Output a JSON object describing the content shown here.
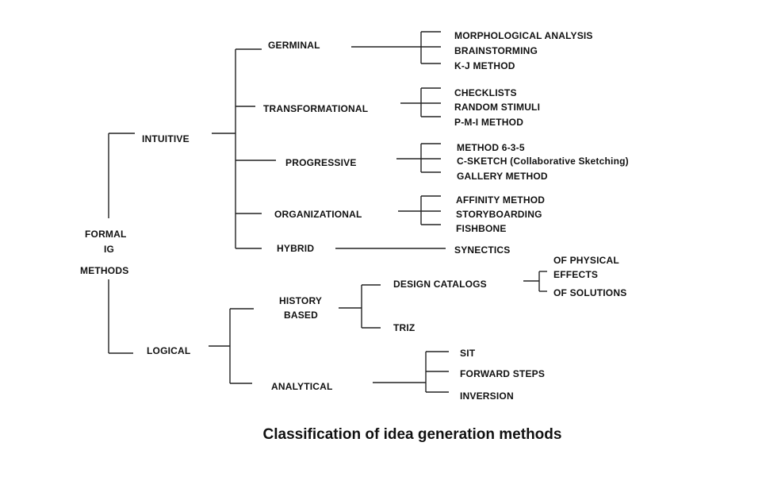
{
  "root": {
    "line1": "FORMAL",
    "line2": "IG",
    "line3": "METHODS"
  },
  "intuitive": {
    "label": "INTUITIVE",
    "germinal": {
      "label": "GERMINAL",
      "items": [
        "MORPHOLOGICAL ANALYSIS",
        "BRAINSTORMING",
        "K-J METHOD"
      ]
    },
    "transformational": {
      "label": "TRANSFORMATIONAL",
      "items": [
        "CHECKLISTS",
        "RANDOM STIMULI",
        "P-M-I METHOD"
      ]
    },
    "progressive": {
      "label": "PROGRESSIVE",
      "items": [
        "METHOD 6-3-5",
        "C-SKETCH (Collaborative Sketching)",
        "GALLERY METHOD"
      ]
    },
    "organizational": {
      "label": "ORGANIZATIONAL",
      "items": [
        "AFFINITY METHOD",
        "STORYBOARDING",
        "FISHBONE"
      ]
    },
    "hybrid": {
      "label": "HYBRID",
      "items": [
        "SYNECTICS"
      ]
    }
  },
  "logical": {
    "label": "LOGICAL",
    "history_based": {
      "line1": "HISTORY",
      "line2": "BASED",
      "design_catalogs": {
        "label": "DESIGN CATALOGS",
        "items": [
          "OF PHYSICAL",
          "EFFECTS",
          "OF SOLUTIONS"
        ]
      },
      "triz": "TRIZ"
    },
    "analytical": {
      "label": "ANALYTICAL",
      "items": [
        "SIT",
        "FORWARD STEPS",
        "INVERSION"
      ]
    }
  },
  "caption": "Classification of idea generation methods"
}
